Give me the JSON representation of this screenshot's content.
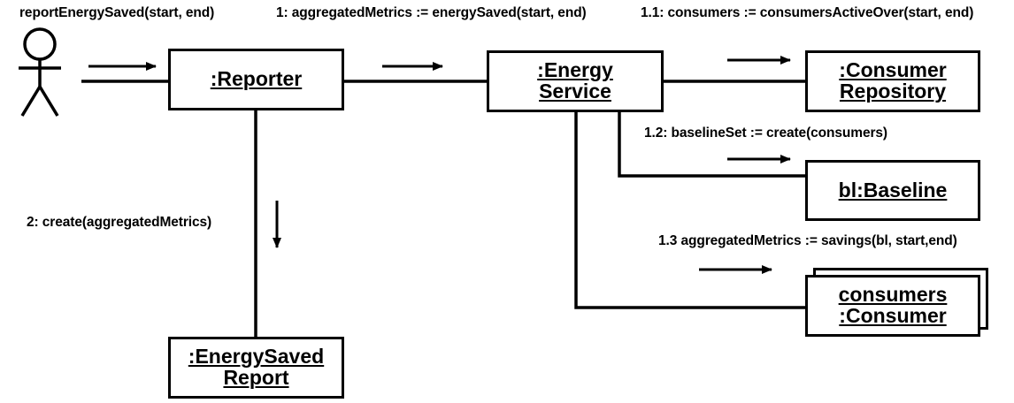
{
  "diagram": {
    "kind": "uml-communication-diagram",
    "colors": {
      "stroke": "#000000",
      "background": "#ffffff",
      "text": "#000000"
    },
    "actor": {
      "name": "actor"
    },
    "objects": [
      {
        "id": "reporter",
        "lines": [
          ":Reporter"
        ]
      },
      {
        "id": "energy-service",
        "lines": [
          ":Energy",
          "Service"
        ]
      },
      {
        "id": "consumer-repository",
        "lines": [
          ":Consumer",
          "Repository"
        ]
      },
      {
        "id": "baseline",
        "lines": [
          "bl:Baseline"
        ]
      },
      {
        "id": "consumers-consumer",
        "lines": [
          "consumers",
          ":Consumer"
        ],
        "multiplicity": "many"
      },
      {
        "id": "energy-saved-report",
        "lines": [
          ":EnergySaved",
          "Report"
        ]
      }
    ],
    "messages": [
      {
        "id": "m0",
        "label": "reportEnergySaved(start, end)",
        "from": "actor",
        "to": "reporter"
      },
      {
        "id": "m1",
        "label": "1: aggregatedMetrics := energySaved(start, end)",
        "from": "reporter",
        "to": "energy-service"
      },
      {
        "id": "m11",
        "label": "1.1: consumers := consumersActiveOver(start, end)",
        "from": "energy-service",
        "to": "consumer-repository"
      },
      {
        "id": "m12",
        "label": "1.2: baselineSet := create(consumers)",
        "from": "energy-service",
        "to": "baseline"
      },
      {
        "id": "m13",
        "label": "1.3 aggregatedMetrics := savings(bl, start,end)",
        "from": "energy-service",
        "to": "consumers-consumer"
      },
      {
        "id": "m2",
        "label": "2: create(aggregatedMetrics)",
        "from": "reporter",
        "to": "energy-saved-report"
      }
    ]
  }
}
